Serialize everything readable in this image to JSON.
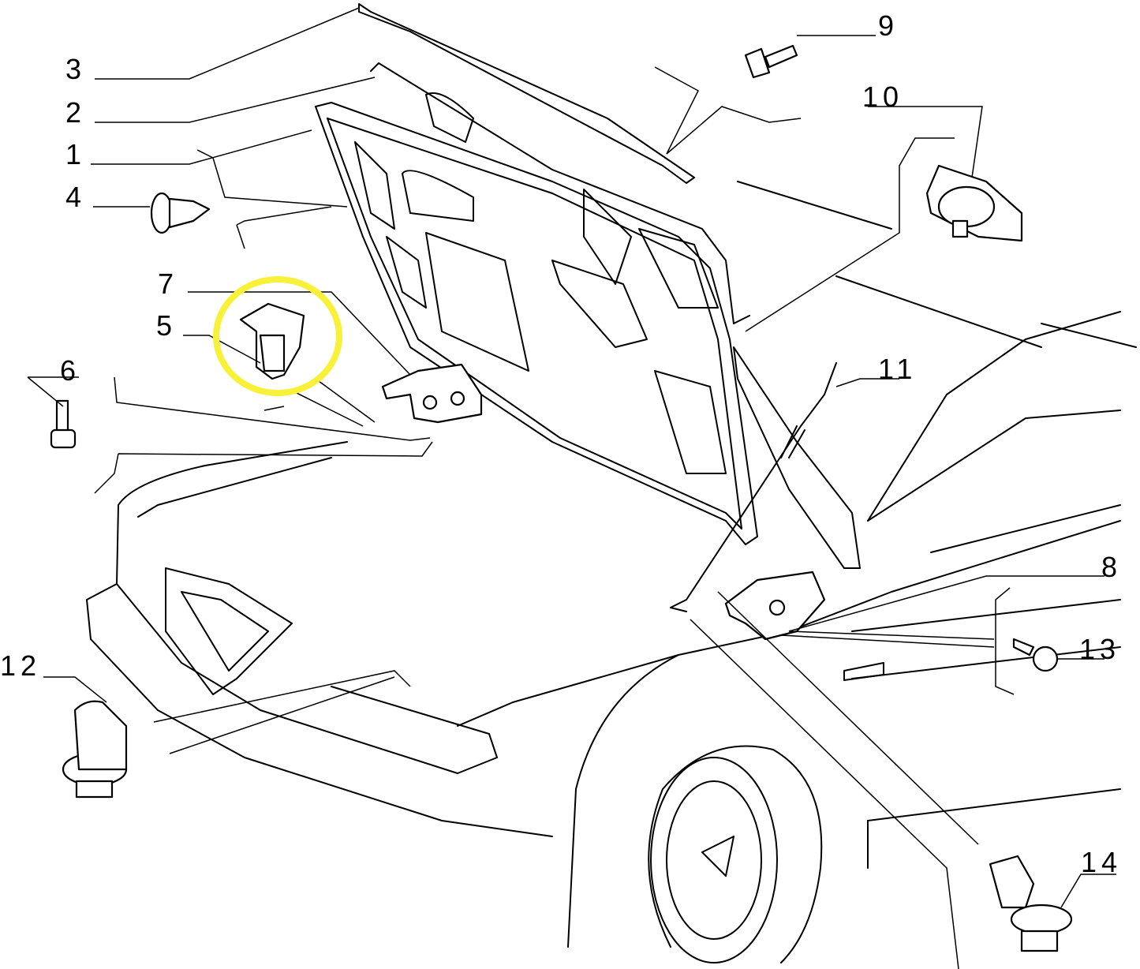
{
  "diagram": {
    "title": "Bonnet / hood assembly exploded parts diagram",
    "labels": [
      "1",
      "2",
      "3",
      "4",
      "5",
      "6",
      "7",
      "8",
      "9",
      "10",
      "11",
      "12",
      "13",
      "14"
    ],
    "highlight_color": "#f7f13a",
    "highlighted_part": "5"
  }
}
